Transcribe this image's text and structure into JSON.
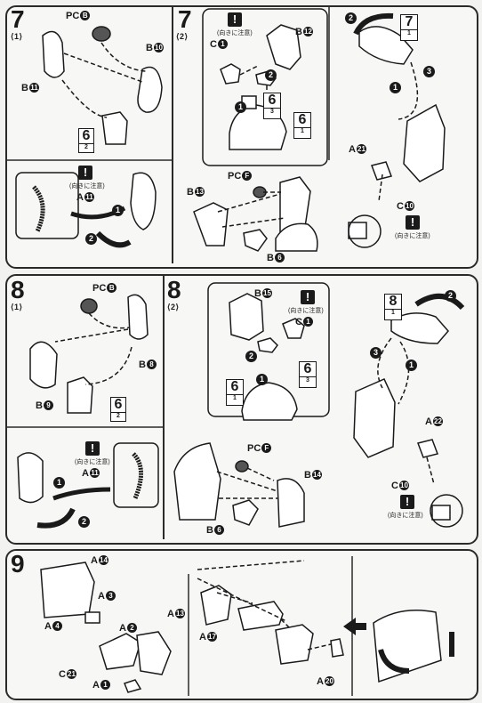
{
  "steps": [
    {
      "num": "7",
      "sub1": "1",
      "sub2": "2"
    },
    {
      "num": "8",
      "sub1": "1",
      "sub2": "2"
    },
    {
      "num": "9"
    }
  ],
  "labels": {
    "pcB": "PC",
    "pcB_c": "B",
    "pcF": "PC",
    "pcF_c": "F",
    "b10": "B",
    "b10_c": "10",
    "b11": "B",
    "b11_c": "11",
    "b12": "B",
    "b12_c": "12",
    "b13": "B",
    "b13_c": "13",
    "b6": "B",
    "b6_c": "6",
    "b15": "B",
    "b15_c": "15",
    "b8": "B",
    "b8_c": "8",
    "b9": "B",
    "b9_c": "9",
    "b14": "B",
    "b14_c": "14",
    "c1": "C",
    "c1_c": "1",
    "c10": "C",
    "c10_c": "10",
    "a11": "A",
    "a11_c": "11",
    "a21": "A",
    "a21_c": "21",
    "a22": "A",
    "a22_c": "22",
    "a14": "A",
    "a14_c": "14",
    "a3": "A",
    "a3_c": "3",
    "a4": "A",
    "a4_c": "4",
    "a2": "A",
    "a2_c": "2",
    "a13": "A",
    "a13_c": "13",
    "c21": "C",
    "c21_c": "21",
    "a1": "A",
    "a1_c": "1",
    "a17": "A",
    "a17_c": "17",
    "a20": "A",
    "a20_c": "20"
  },
  "refs": [
    {
      "n": "6",
      "s": "2"
    },
    {
      "n": "6",
      "s": "3"
    },
    {
      "n": "6",
      "s": "1"
    },
    {
      "n": "7",
      "s": "1"
    },
    {
      "n": "6",
      "s": "2"
    },
    {
      "n": "6",
      "s": "1"
    },
    {
      "n": "6",
      "s": "3"
    },
    {
      "n": "8",
      "s": "1"
    }
  ],
  "warning": {
    "mark": "!",
    "text": "(向きに注意)"
  },
  "arrows": {
    "one": "1",
    "two": "2",
    "three": "3"
  }
}
